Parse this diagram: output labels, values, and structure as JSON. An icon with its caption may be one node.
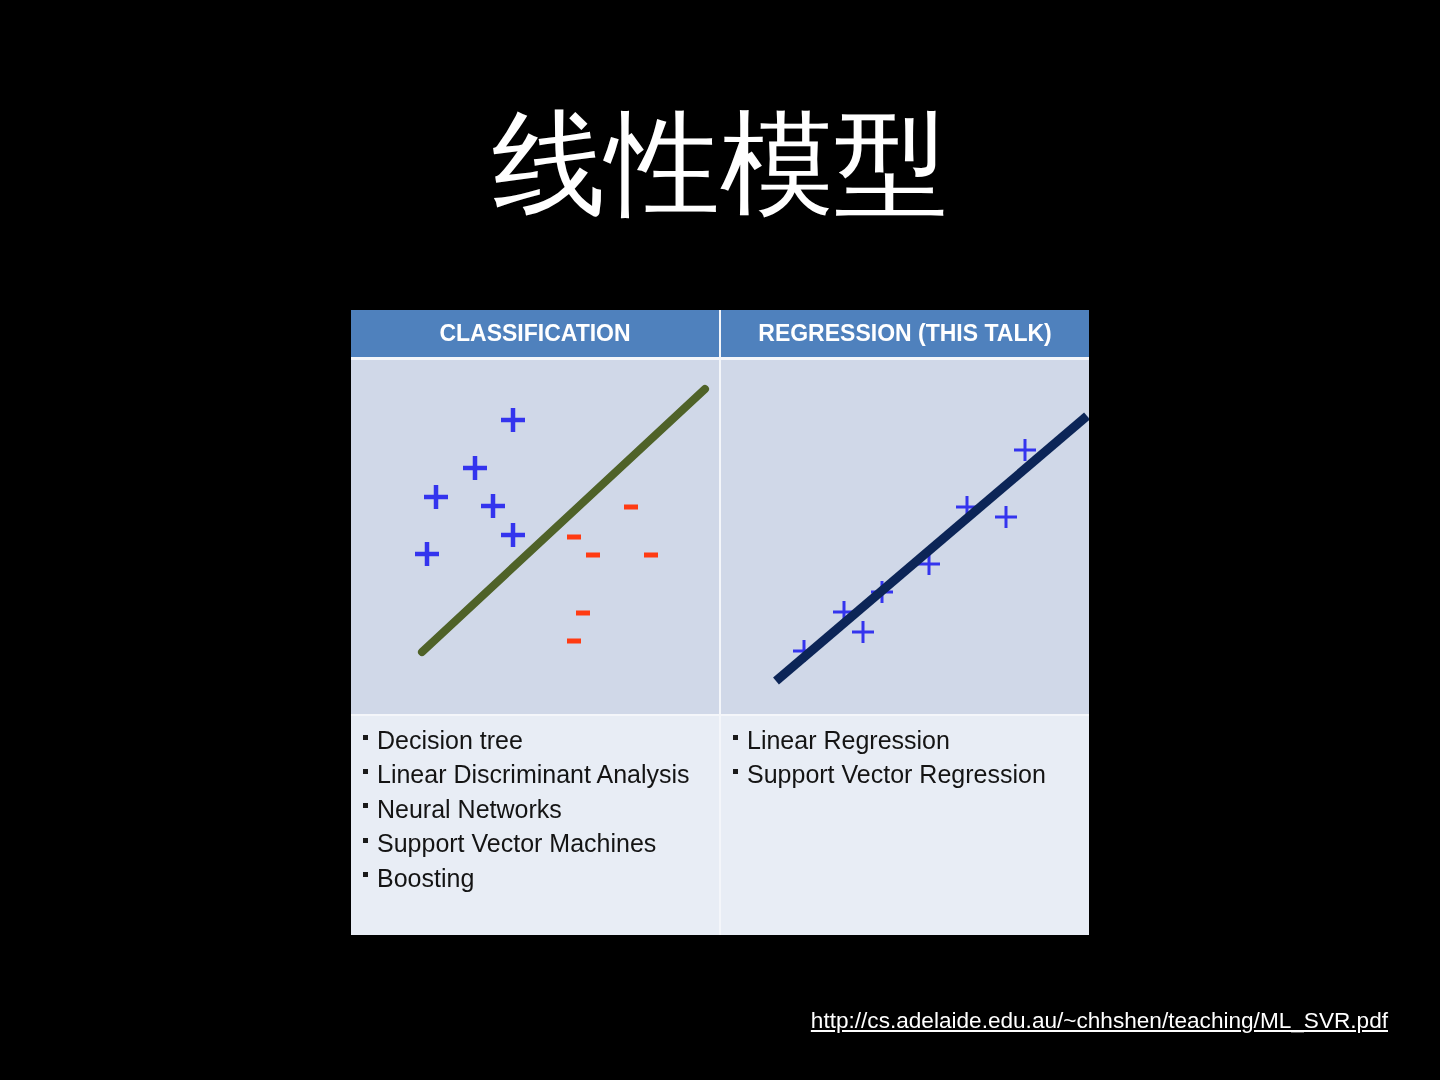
{
  "diagram": {
    "title": "线性模型",
    "labels": [
      "CLASSIFICATION",
      "REGRESSION (THIS TALK)",
      "Decision tree",
      "Linear Discriminant Analysis",
      "Neural Networks",
      "Support Vector Machines",
      "Boosting",
      "Linear Regression",
      "Support Vector Regression",
      "http://cs.adelaide.edu.au/~chhshen/teaching/ML_SVR.pdf"
    ]
  }
}
